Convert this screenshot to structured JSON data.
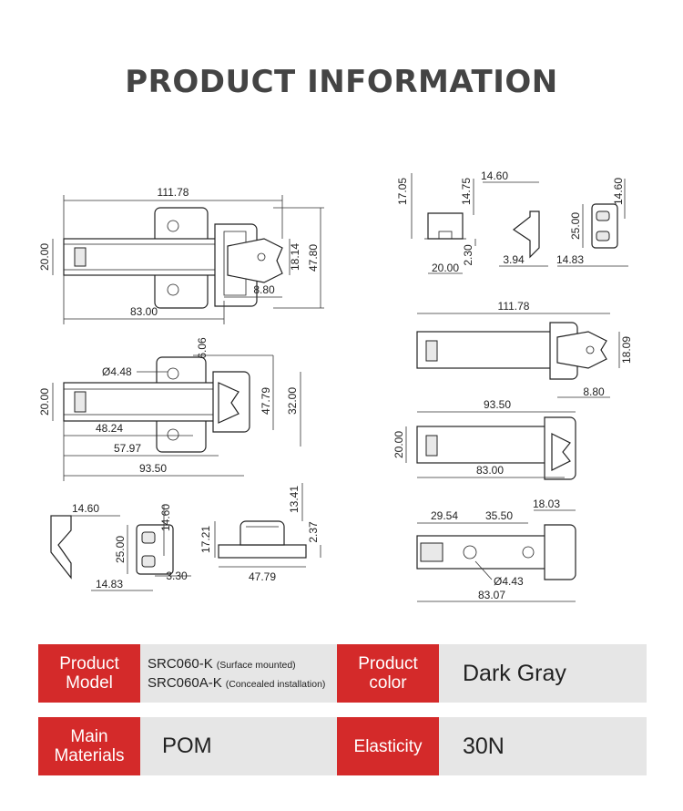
{
  "page": {
    "title": "PRODUCT INFORMATION"
  },
  "drawing": {
    "view1": {
      "dim_length": "111.78",
      "dim_width": "20.00",
      "dim_center": "18.14",
      "dim_height": "47.80",
      "dim_offset": "8.80",
      "dim_body": "83.00"
    },
    "view2": {
      "dim_hole": "Ø4.48",
      "dim_edge": "6.06",
      "dim_width": "20.00",
      "dim_span": "47.79",
      "dim_height": "32.00",
      "dim_a": "48.24",
      "dim_b": "57.97",
      "dim_c": "93.50"
    },
    "view3": {
      "dim_depth": "14.60",
      "dim_base": "14.83",
      "dim_width": "25.00",
      "dim_side": "14.60",
      "dim_gap": "3.30"
    },
    "view4": {
      "dim_top": "13.41",
      "dim_height": "17.21",
      "dim_base": "2.37",
      "dim_length": "47.79"
    },
    "view5": {
      "dim_height": "17.05",
      "dim_inner": "14.75",
      "dim_width": "20.00",
      "dim_base": "2.30"
    },
    "view6": {
      "dim_top": "14.60",
      "dim_base": "3.94"
    },
    "view7": {
      "dim_side": "14.60",
      "dim_width": "25.00",
      "dim_base": "14.83"
    },
    "view8": {
      "dim_length": "111.78",
      "dim_center": "18.09",
      "dim_offset": "8.80"
    },
    "view9": {
      "dim_length": "93.50",
      "dim_width": "20.00",
      "dim_body": "83.00"
    },
    "view10": {
      "dim_a": "29.54",
      "dim_b": "35.50",
      "dim_c": "18.03",
      "dim_hole": "Ø4.43",
      "dim_total": "83.07"
    }
  },
  "specs": {
    "model_label": "Product Model",
    "model_1": "SRC060-K",
    "model_1_note": "(Surface mounted)",
    "model_2": "SRC060A-K",
    "model_2_note": "(Concealed installation)",
    "color_label": "Product color",
    "color_value": "Dark Gray",
    "materials_label": "Main Materials",
    "materials_value": "POM",
    "elasticity_label": "Elasticity",
    "elasticity_value": "30N"
  },
  "colors": {
    "label_bg": "#d42a2a",
    "value_bg": "#e6e6e6"
  }
}
